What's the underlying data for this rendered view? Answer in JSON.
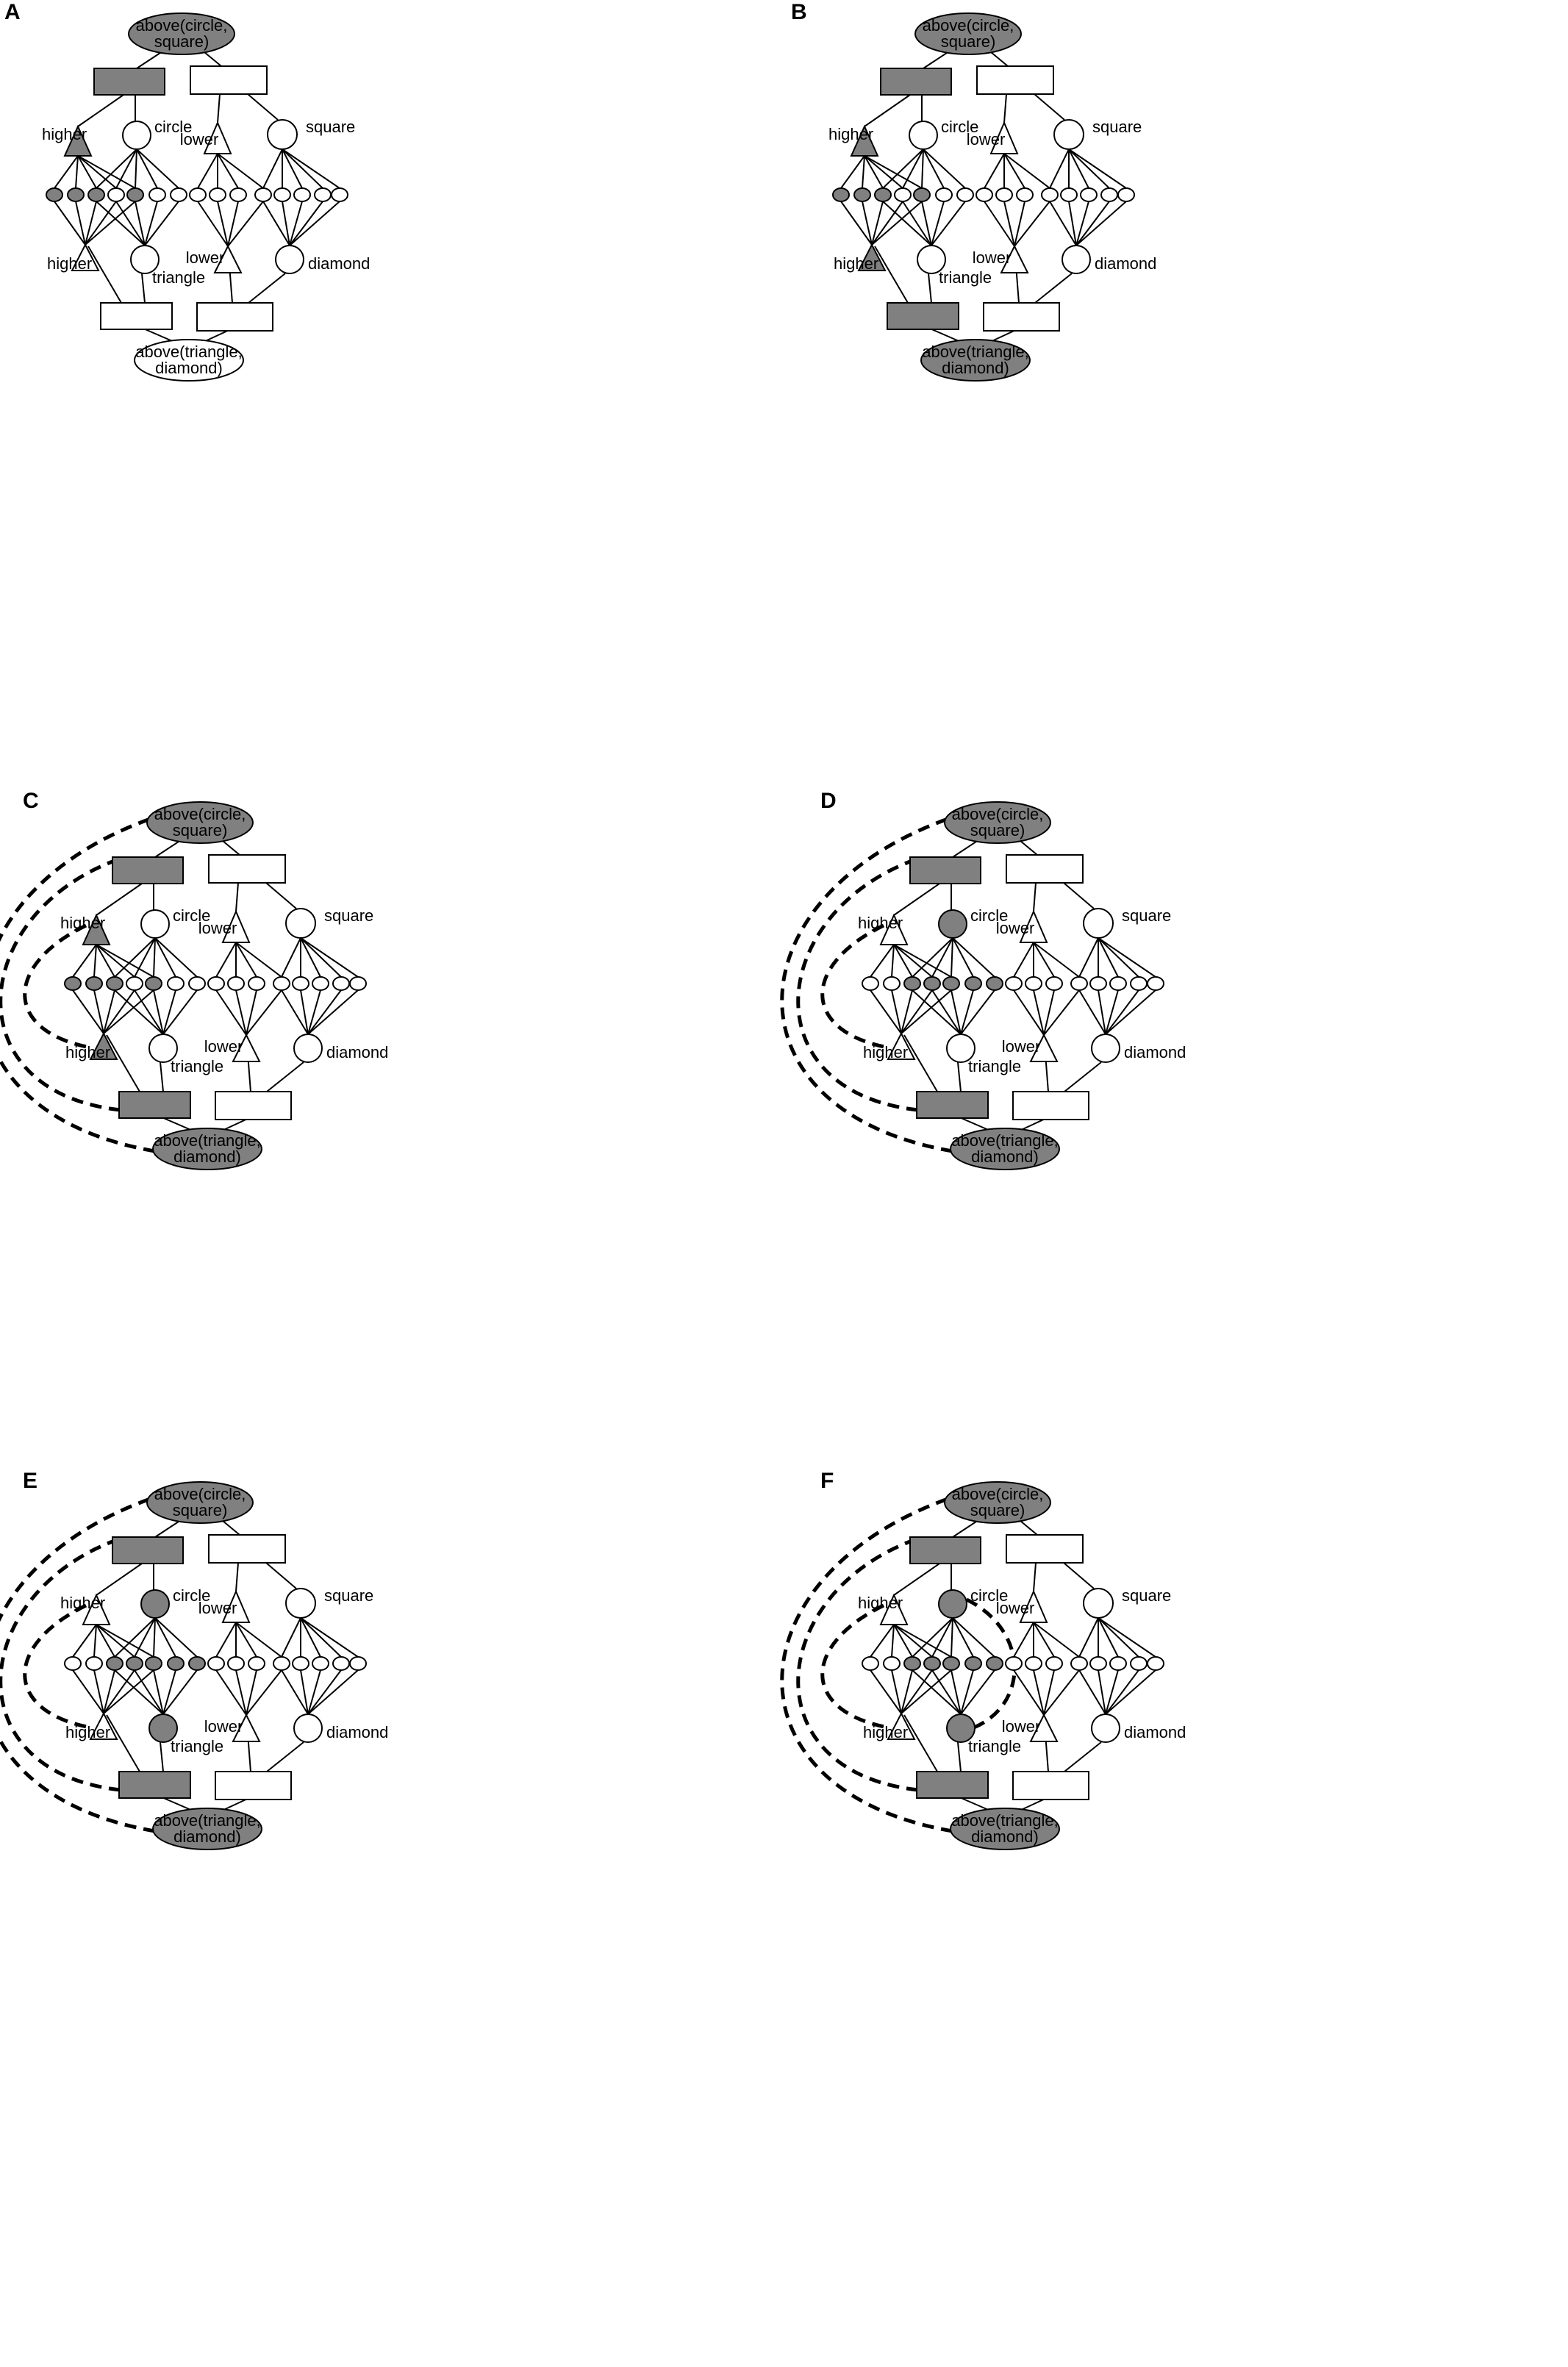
{
  "colors": {
    "fill_active": "#808080",
    "fill_inactive": "#ffffff",
    "stroke": "#000000"
  },
  "labels": {
    "top_relation": [
      "above(circle,",
      "square)"
    ],
    "bottom_relation": [
      "above(triangle,",
      "diamond)"
    ],
    "higher_top": "higher",
    "circle": "circle",
    "lower_top": "lower",
    "square": "square",
    "higher_bottom": "higher",
    "triangle": "triangle",
    "lower_bottom": "lower",
    "diamond": "diamond"
  },
  "panels": [
    {
      "letter": "A",
      "active": {
        "top_relation": true,
        "top_left_role": true,
        "top_right_role": false,
        "higher_top": true,
        "circle": false,
        "lower_top": false,
        "square": false,
        "features": [
          true,
          true,
          true,
          false,
          true,
          false,
          false,
          false,
          false,
          false,
          false,
          false,
          false,
          false,
          false
        ],
        "higher_bottom": false,
        "triangle": false,
        "lower_bottom": false,
        "diamond": false,
        "bottom_left_role": false,
        "bottom_right_role": false,
        "bottom_relation": false
      },
      "mappings": []
    },
    {
      "letter": "B",
      "active": {
        "top_relation": true,
        "top_left_role": true,
        "top_right_role": false,
        "higher_top": true,
        "circle": false,
        "lower_top": false,
        "square": false,
        "features": [
          true,
          true,
          true,
          false,
          true,
          false,
          false,
          false,
          false,
          false,
          false,
          false,
          false,
          false,
          false
        ],
        "higher_bottom": true,
        "triangle": false,
        "lower_bottom": false,
        "diamond": false,
        "bottom_left_role": true,
        "bottom_right_role": false,
        "bottom_relation": true
      },
      "mappings": []
    },
    {
      "letter": "C",
      "active": {
        "top_relation": true,
        "top_left_role": true,
        "top_right_role": false,
        "higher_top": true,
        "circle": false,
        "lower_top": false,
        "square": false,
        "features": [
          true,
          true,
          true,
          false,
          true,
          false,
          false,
          false,
          false,
          false,
          false,
          false,
          false,
          false,
          false
        ],
        "higher_bottom": true,
        "triangle": false,
        "lower_bottom": false,
        "diamond": false,
        "bottom_left_role": true,
        "bottom_right_role": false,
        "bottom_relation": true
      },
      "mappings": [
        "relation",
        "role",
        "higher"
      ]
    },
    {
      "letter": "D",
      "active": {
        "top_relation": true,
        "top_left_role": true,
        "top_right_role": false,
        "higher_top": false,
        "circle": true,
        "lower_top": false,
        "square": false,
        "features": [
          false,
          false,
          true,
          true,
          true,
          true,
          true,
          false,
          false,
          false,
          false,
          false,
          false,
          false,
          false
        ],
        "higher_bottom": false,
        "triangle": false,
        "lower_bottom": false,
        "diamond": false,
        "bottom_left_role": true,
        "bottom_right_role": false,
        "bottom_relation": true
      },
      "mappings": [
        "relation",
        "role",
        "higher"
      ]
    },
    {
      "letter": "E",
      "active": {
        "top_relation": true,
        "top_left_role": true,
        "top_right_role": false,
        "higher_top": false,
        "circle": true,
        "lower_top": false,
        "square": false,
        "features": [
          false,
          false,
          true,
          true,
          true,
          true,
          true,
          false,
          false,
          false,
          false,
          false,
          false,
          false,
          false
        ],
        "higher_bottom": false,
        "triangle": true,
        "lower_bottom": false,
        "diamond": false,
        "bottom_left_role": true,
        "bottom_right_role": false,
        "bottom_relation": true
      },
      "mappings": [
        "relation",
        "role",
        "higher"
      ]
    },
    {
      "letter": "F",
      "active": {
        "top_relation": true,
        "top_left_role": true,
        "top_right_role": false,
        "higher_top": false,
        "circle": true,
        "lower_top": false,
        "square": false,
        "features": [
          false,
          false,
          true,
          true,
          true,
          true,
          true,
          false,
          false,
          false,
          false,
          false,
          false,
          false,
          false
        ],
        "higher_bottom": false,
        "triangle": true,
        "lower_bottom": false,
        "diamond": false,
        "bottom_left_role": true,
        "bottom_right_role": false,
        "bottom_relation": true
      },
      "mappings": [
        "relation",
        "role",
        "higher",
        "circle-triangle"
      ]
    }
  ]
}
